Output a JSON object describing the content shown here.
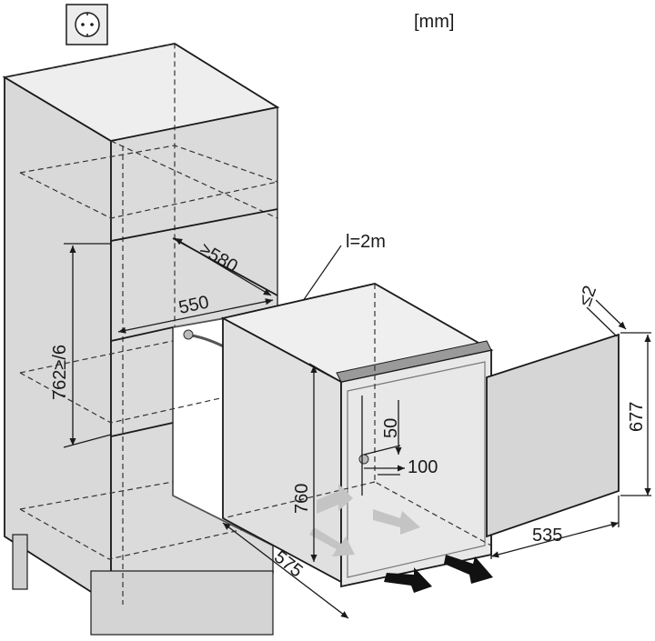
{
  "units_label": "[mm]",
  "dimensions": {
    "cable_length": "l=2m",
    "depth_min": "≥580",
    "inner_width": "550",
    "niche_height": "762≥/6",
    "clearance_top": "50",
    "clearance_side": "100",
    "appliance_height": "760",
    "appliance_depth": "575",
    "door_width": "535",
    "door_height": "677",
    "door_gap": "≤2"
  },
  "colors": {
    "cabinet_side": "#d9d9d9",
    "cabinet_face": "#cfcfcf",
    "appliance": "#e0e0e0",
    "door": "#d6d6d6",
    "arrow_dark": "#111111",
    "arrow_light": "#bdbdbd"
  },
  "icons": {
    "socket": "power-socket-icon"
  }
}
